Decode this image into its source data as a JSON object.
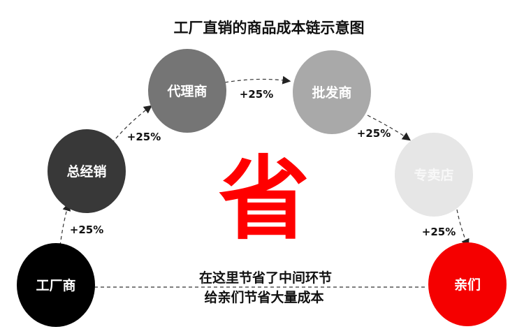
{
  "title": "工厂直销的商品成本链示意图",
  "nodes": [
    {
      "label": "工厂商",
      "color": "#000000"
    },
    {
      "label": "总经销",
      "color": "#383838"
    },
    {
      "label": "代理商",
      "color": "#757575"
    },
    {
      "label": "批发商",
      "color": "#a9a9a9"
    },
    {
      "label": "专卖店",
      "color": "#e6e6e6"
    },
    {
      "label": "亲们",
      "color": "#f50000"
    }
  ],
  "markups": [
    "+25%",
    "+25%",
    "+25%",
    "+25%",
    "+25%"
  ],
  "center_char": "省",
  "note": {
    "line1": "在这里节省了中间环节",
    "line2": "给亲们节省大量成本"
  }
}
